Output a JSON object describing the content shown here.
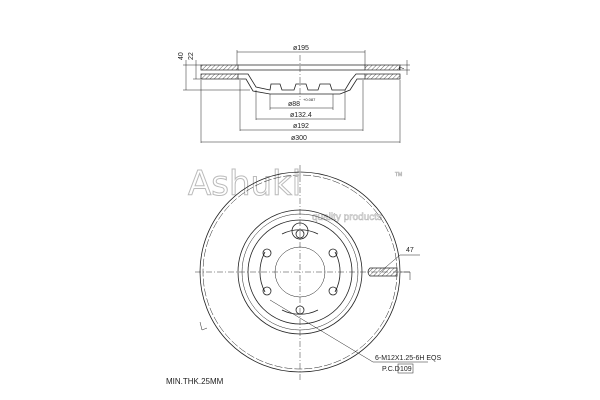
{
  "drawing": {
    "dimensions": {
      "d_top": "ø195",
      "d_hub": "ø88",
      "d_hub_tol": "+0.087",
      "d_hub_tol_lower": "0",
      "d_pcd_ring": "ø132.4",
      "d_inner": "ø192",
      "d_outer": "ø300",
      "height_total": "40",
      "height_hat": "22",
      "thickness": "7",
      "vent_width": "47"
    },
    "callouts": {
      "thread": "6-M12X1.25-6H EQS",
      "pcd_label": "P.C.D",
      "pcd_value": "109"
    },
    "note": "MIN.THK.25MM",
    "logo": {
      "brand": "Ashuki",
      "tm": "TM",
      "tagline": "quality products"
    }
  }
}
